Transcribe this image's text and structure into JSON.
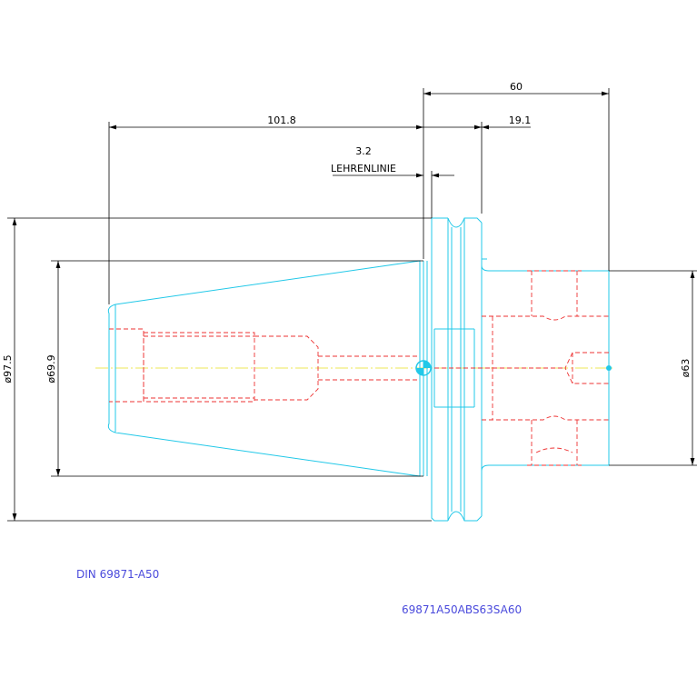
{
  "dimensions": {
    "total_length_right": "60",
    "length_101_8": "101.8",
    "length_19_1": "19.1",
    "gauge_offset": "3.2",
    "gauge_label": "LEHRENLINIE",
    "dia_97_5": "ø97.5",
    "dia_69_9": "ø69.9",
    "dia_63": "ø63"
  },
  "labels": {
    "standard": "DIN 69871-A50",
    "part_number": "69871A50ABS63SA60"
  },
  "colors": {
    "outline": "#22c8e8",
    "hidden": "#ee3333",
    "centerline": "#e8e020",
    "text_blue": "#4a4adc"
  }
}
